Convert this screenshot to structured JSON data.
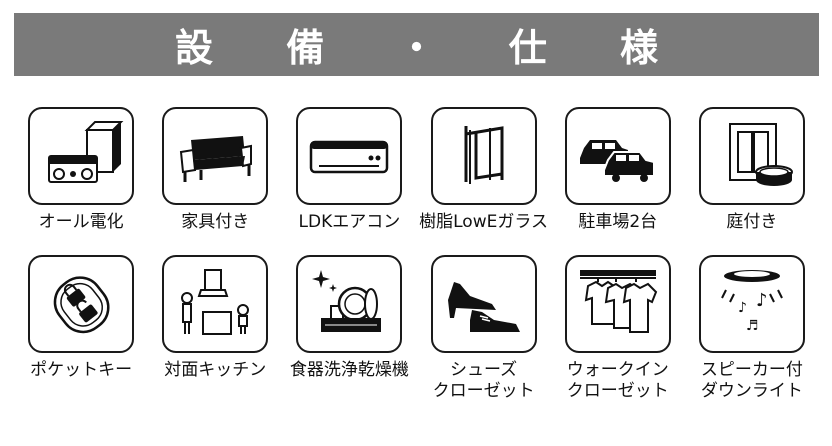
{
  "banner": {
    "title": "設 備 ・ 仕 様"
  },
  "items": [
    {
      "label": "オール電化",
      "icon": "all-electric-icon"
    },
    {
      "label": "家具付き",
      "icon": "sofa-icon"
    },
    {
      "label": "LDKエアコン",
      "icon": "air-conditioner-icon"
    },
    {
      "label": "樹脂LowEガラス",
      "icon": "window-glass-icon"
    },
    {
      "label": "駐車場2台",
      "icon": "two-cars-icon"
    },
    {
      "label": "庭付き",
      "icon": "garden-gate-icon"
    },
    {
      "label": "ポケットキー",
      "icon": "pocket-key-icon"
    },
    {
      "label": "対面キッチン",
      "icon": "kitchen-icon"
    },
    {
      "label": "食器洗浄乾燥機",
      "icon": "dishwasher-icon"
    },
    {
      "label_line1": "シューズ",
      "label_line2": "クローゼット",
      "icon": "shoes-icon"
    },
    {
      "label_line1": "ウォークイン",
      "label_line2": "クローゼット",
      "icon": "clothes-closet-icon"
    },
    {
      "label_line1": "スピーカー付",
      "label_line2": "ダウンライト",
      "icon": "speaker-downlight-icon"
    }
  ]
}
